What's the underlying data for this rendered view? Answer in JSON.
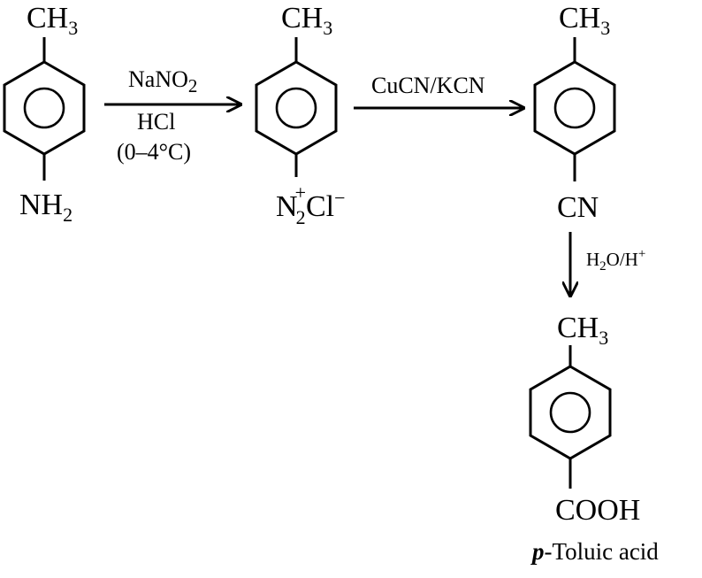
{
  "compounds": {
    "toluidine": {
      "top_group": "CH",
      "top_sub": "3",
      "bottom_group": "NH",
      "bottom_sub": "2"
    },
    "diazonium": {
      "top_group": "CH",
      "top_sub": "3",
      "bottom_n": "N",
      "bottom_sub": "2",
      "bottom_charge": "+",
      "bottom_counter": "Cl",
      "counter_charge": "−"
    },
    "nitrile": {
      "top_group": "CH",
      "top_sub": "3",
      "bottom_group": "CN"
    },
    "toluic_acid": {
      "top_group": "CH",
      "top_sub": "3",
      "bottom_group": "COOH",
      "caption_italic": "p",
      "caption_rest": "-Toluic acid"
    }
  },
  "steps": {
    "step1": {
      "reagent1": "NaNO",
      "reagent1_sub": "2",
      "reagent2": "HCl",
      "conditions": "(0–4°C)"
    },
    "step2": {
      "reagent": "CuCN/KCN"
    },
    "step3": {
      "reagent_h": "H",
      "reagent_sub": "2",
      "reagent_mid": "O/H",
      "reagent_charge": "+"
    }
  }
}
